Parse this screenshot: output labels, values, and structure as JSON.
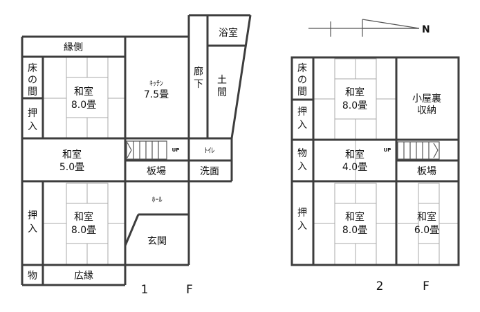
{
  "floor1": {
    "label_digit": "1",
    "label_f": "F",
    "rooms": {
      "engawa": "縁側",
      "toko": [
        "床",
        "の",
        "間"
      ],
      "oshiire_top": [
        "押",
        "入"
      ],
      "washitsu_top_name": "和室",
      "washitsu_top_size": "8.0畳",
      "kitchen_name": "ｷｯﾁﾝ",
      "kitchen_size": "7.5畳",
      "rouka": [
        "廊",
        "下"
      ],
      "yokushitsu": "浴室",
      "doma": [
        "土",
        "間"
      ],
      "washitsu_mid_name": "和室",
      "washitsu_mid_size": "5.0畳",
      "up": "UP",
      "toilet": "ﾄｲﾚ",
      "itaba": "板場",
      "senmen": "洗面",
      "hall": "ﾎｰﾙ",
      "oshiire_bottom": [
        "押",
        "入"
      ],
      "washitsu_bottom_name": "和室",
      "washitsu_bottom_size": "8.0畳",
      "genkan": "玄関",
      "mono": "物",
      "hiroen": "広縁"
    }
  },
  "floor2": {
    "label_digit": "2",
    "label_f": "F",
    "rooms": {
      "toko": [
        "床",
        "の",
        "間"
      ],
      "oshiire_top": [
        "押",
        "入"
      ],
      "washitsu_top_name": "和室",
      "washitsu_top_size": "8.0畳",
      "koyaura_1": "小屋裏",
      "koyaura_2": "収納",
      "monoire": [
        "物",
        "入"
      ],
      "washitsu_mid_name": "和室",
      "washitsu_mid_size": "4.0畳",
      "up": "UP",
      "itaba": "板場",
      "oshiire_bottom": [
        "押",
        "入"
      ],
      "washitsu_bl_name": "和室",
      "washitsu_bl_size": "8.0畳",
      "washitsu_br_name": "和室",
      "washitsu_br_size": "6.0畳"
    }
  },
  "compass": {
    "north": "N"
  }
}
